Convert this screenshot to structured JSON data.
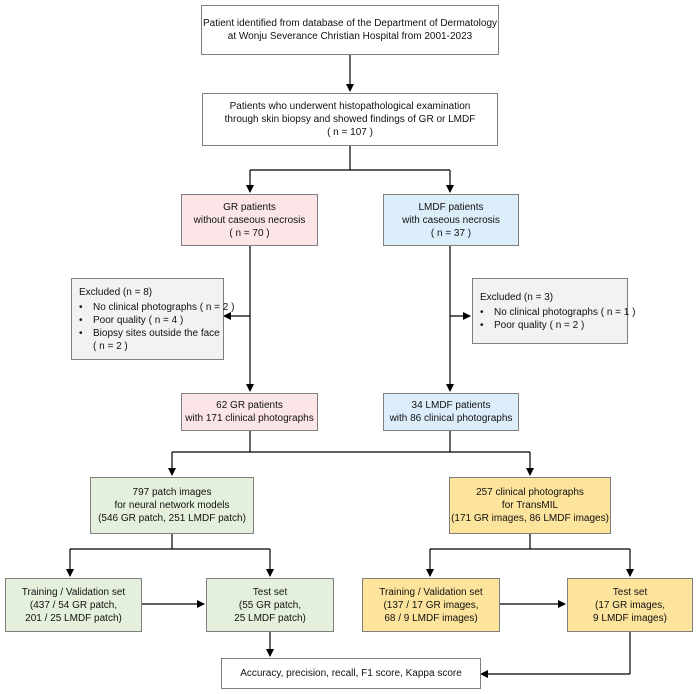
{
  "source": {
    "lines": [
      "Patient identified from database of the Department of Dermatology",
      "at Wonju Severance Christian Hospital from 2001-2023"
    ]
  },
  "histo": {
    "lines": [
      "Patients who underwent histopathological examination",
      "through skin biopsy and showed findings of GR or LMDF",
      "( n = 107 )"
    ]
  },
  "gr_patients": {
    "lines": [
      "GR patients",
      "without caseous necrosis",
      "( n = 70 )"
    ]
  },
  "lmdf_patients": {
    "lines": [
      "LMDF patients",
      "with caseous necrosis",
      "( n = 37 )"
    ]
  },
  "gr_excluded": {
    "header": "Excluded (n = 8)",
    "items": [
      "No clinical photographs ( n = 2 )",
      "Poor quality  ( n = 4 )",
      "Biopsy sites outside the face"
    ],
    "continuation": "( n = 2 )"
  },
  "lmdf_excluded": {
    "header": "Excluded (n = 3)",
    "items": [
      "No clinical photographs ( n = 1 )",
      "Poor quality  ( n = 2 )"
    ]
  },
  "gr_final": {
    "lines": [
      "62 GR patients",
      "with 171 clinical photographs"
    ]
  },
  "lmdf_final": {
    "lines": [
      "34 LMDF patients",
      "with 86 clinical photographs"
    ]
  },
  "patch_images": {
    "lines": [
      "797 patch images",
      "for neural network models",
      "(546 GR patch, 251 LMDF patch)"
    ]
  },
  "clinical_photos": {
    "lines": [
      "257 clinical photographs",
      "for TransMIL",
      "(171 GR images, 86 LMDF images)"
    ]
  },
  "nn_train": {
    "lines": [
      "Training / Validation set",
      "(437 / 54 GR patch,",
      "201 / 25 LMDF patch)"
    ]
  },
  "nn_test": {
    "lines": [
      "Test set",
      "(55 GR patch,",
      "25 LMDF patch)"
    ]
  },
  "tm_train": {
    "lines": [
      "Training / Validation set",
      "(137 / 17 GR images,",
      "68 / 9 LMDF images)"
    ]
  },
  "tm_test": {
    "lines": [
      "Test set",
      "(17 GR images,",
      "9 LMDF images)"
    ]
  },
  "metrics": {
    "text": "Accuracy, precision, recall, F1 score, Kappa score"
  },
  "colors": {
    "border": "#7f7f7f",
    "line": "#000000",
    "pink": "#fbe5e6",
    "blue": "#ddeefb",
    "gray": "#f2f2f2",
    "green": "#e4f0db",
    "gold": "#fde49c"
  }
}
